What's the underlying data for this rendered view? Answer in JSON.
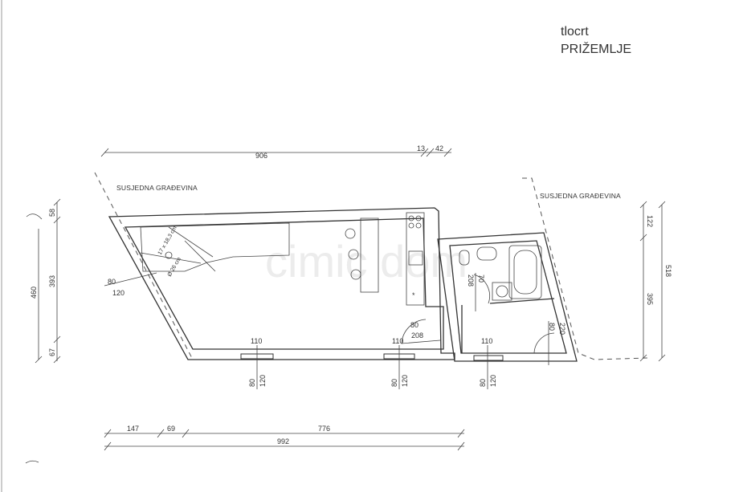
{
  "title": {
    "line1": "tlocrt",
    "line2": "PRIŽEMLJE"
  },
  "neighbors": {
    "left": "SUSJEDNA GRAĐEVINA",
    "right": "SUSJEDNA GRAĐEVINA"
  },
  "watermark": "cimic dom",
  "top_dims": {
    "main": "906",
    "a": "13",
    "b": "42"
  },
  "left_dims": {
    "total": "460",
    "top": "58",
    "middle": "393",
    "bottom": "67"
  },
  "right_dims": {
    "total": "518",
    "top": "122",
    "bottom": "395"
  },
  "bottom_dims": {
    "a": "147",
    "b": "69",
    "c": "776",
    "total": "992"
  },
  "windows": [
    {
      "width": "110",
      "sill": "80",
      "height": "120"
    },
    {
      "width": "110",
      "sill": "80",
      "height": "120"
    },
    {
      "width": "110",
      "sill": "80",
      "height": "120"
    }
  ],
  "doors": {
    "entrance": {
      "w": "80",
      "h": "120"
    },
    "kitchen": {
      "w": "80",
      "h": "208"
    },
    "bath": {
      "w": "70",
      "h": "208"
    },
    "outside": {
      "w": "80",
      "h": "220"
    }
  },
  "stairs": {
    "step": "17 x 18,3 cm",
    "dia": "Ø 26 cm"
  }
}
